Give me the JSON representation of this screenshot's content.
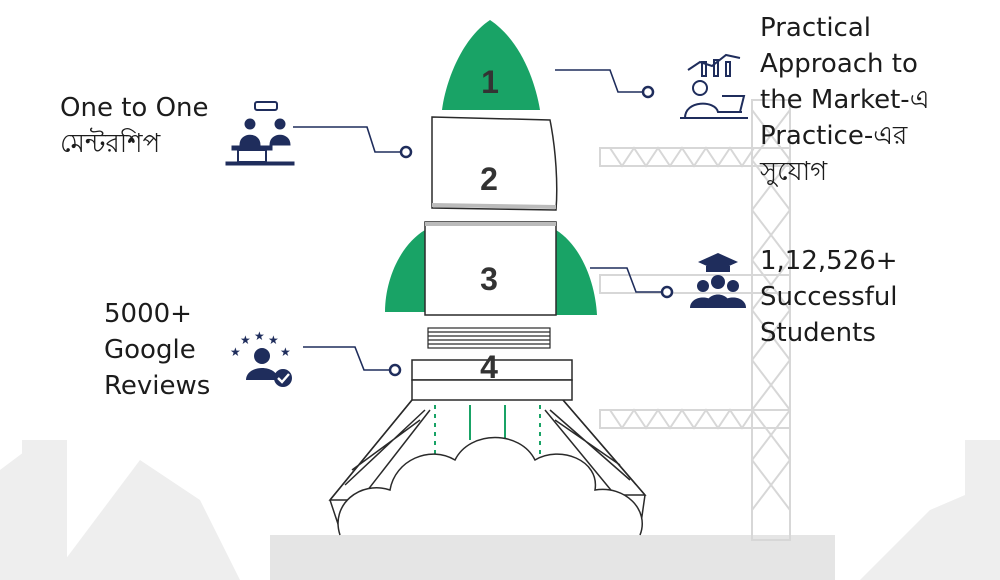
{
  "rocket": {
    "stage1": "1",
    "stage2": "2",
    "stage3": "3",
    "stage4": "4"
  },
  "features": {
    "mentorship": "One to One\nমেন্টরশিপ",
    "practical": "Practical\nApproach to\nthe Market-এ\nPractice-এর\nসুযোগ",
    "students": "1,12,526+\nSuccessful\nStudents",
    "reviews": "5000+\nGoogle\nReviews"
  },
  "icons": {
    "mentorship": "mentor-desk-icon",
    "practical": "analyst-laptop-icon",
    "students": "graduates-group-icon",
    "reviews": "star-rating-user-icon"
  },
  "colors": {
    "rocket_green": "#19a366",
    "icon_navy": "#1f2d5c",
    "line": "#1f2d5c",
    "background_shapes": "#eeeeee"
  }
}
